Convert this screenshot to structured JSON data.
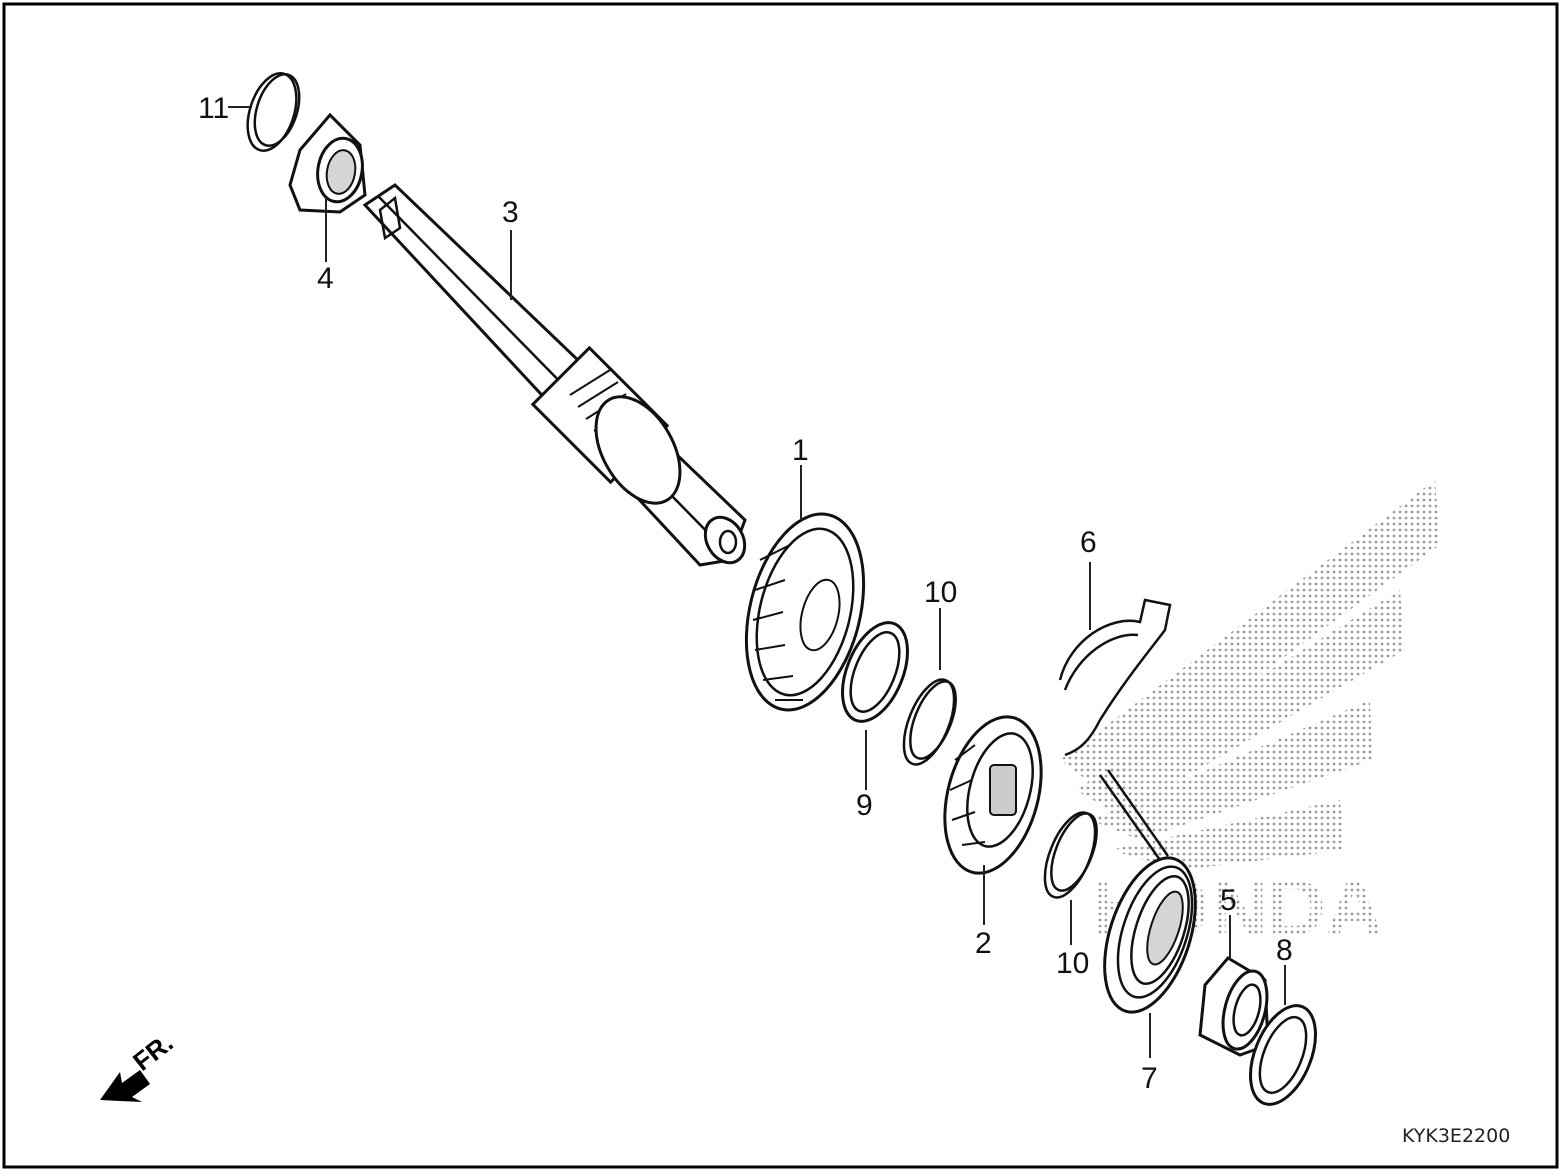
{
  "diagram": {
    "front_marker": "FR.",
    "diagram_code": "KYK3E2200",
    "watermark_text": "HONDA",
    "callouts": [
      {
        "id": "1",
        "label": "1"
      },
      {
        "id": "2",
        "label": "2"
      },
      {
        "id": "3",
        "label": "3"
      },
      {
        "id": "4",
        "label": "4"
      },
      {
        "id": "5",
        "label": "5"
      },
      {
        "id": "6",
        "label": "6"
      },
      {
        "id": "7",
        "label": "7"
      },
      {
        "id": "8",
        "label": "8"
      },
      {
        "id": "9",
        "label": "9"
      },
      {
        "id": "10a",
        "label": "10"
      },
      {
        "id": "10b",
        "label": "10"
      },
      {
        "id": "11",
        "label": "11"
      }
    ],
    "colors": {
      "line": "#111111",
      "background": "#ffffff",
      "watermark": "#bbbbbb"
    }
  }
}
